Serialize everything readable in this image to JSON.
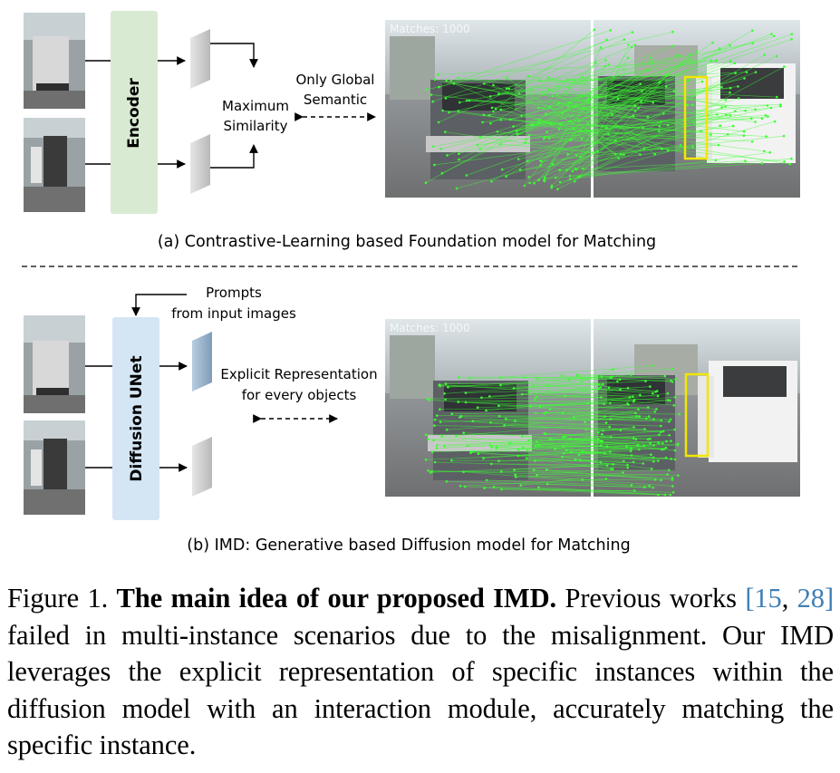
{
  "panel_a": {
    "encoder_label": "Encoder",
    "max_sim_line1": "Maximum",
    "max_sim_line2": "Similarity",
    "global_line1": "Only Global",
    "global_line2": "Semantic",
    "matches_overlay": "Matches: 1000",
    "caption": "(a) Contrastive-Learning based Foundation model for Matching"
  },
  "panel_b": {
    "unet_label": "Diffusion UNet",
    "prompts_line1": "Prompts",
    "prompts_line2": "from input images",
    "explicit_line1": "Explicit Representation",
    "explicit_line2": "for every objects",
    "matches_overlay": "Matches: 1000",
    "caption": "(b) IMD: Generative based Diffusion model for Matching"
  },
  "caption": {
    "fig_label": "Figure 1.",
    "bold": "The main idea of our proposed IMD.",
    "text1": " Previous works ",
    "open": "[",
    "cite1": "15",
    "sep": ", ",
    "cite2": "28",
    "close": "]",
    "text2": " failed in multi-instance scenarios due to the misalignment. Our IMD leverages the explicit representation of specific instances within the diffusion model with an interaction module, accurately matching the specific instance."
  },
  "colors": {
    "encoder_fill": "#d9ead3",
    "unet_fill": "#d4e6f4",
    "match_line": "#3cff32",
    "box_yellow": "#f2e600",
    "citation": "#3f7fb5"
  }
}
